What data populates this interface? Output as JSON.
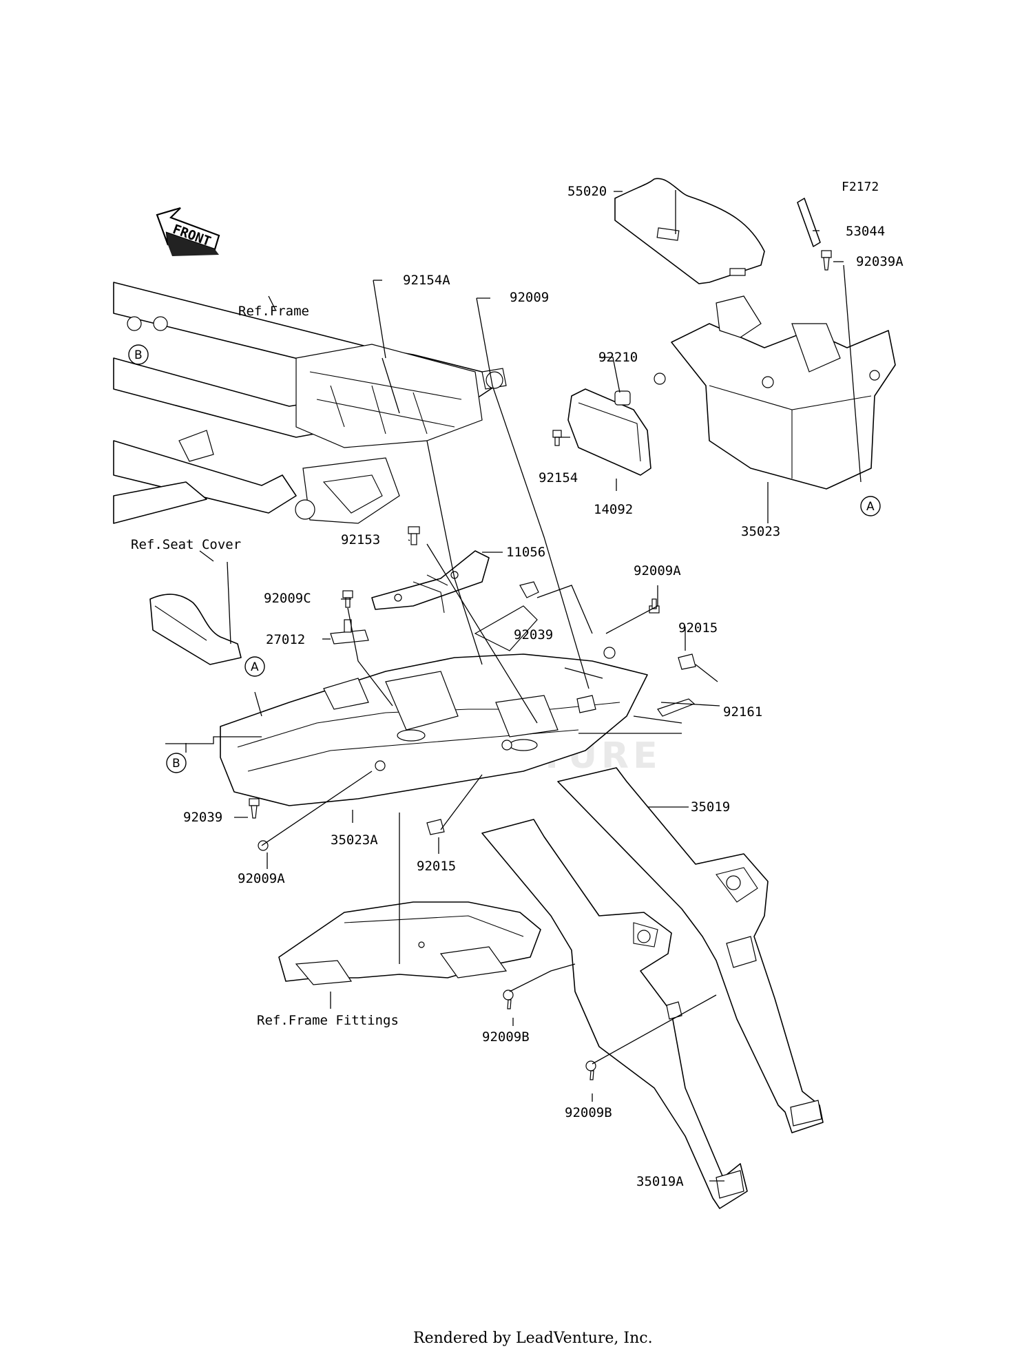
{
  "figure_id": "F2172",
  "footer": "Rendered by LeadVenture, Inc.",
  "watermark": "LEADVENTURE",
  "direction_arrow": "FRONT",
  "parts": {
    "p55020": "55020",
    "p53044": "53044",
    "p92039A": "92039A",
    "p92154A": "92154A",
    "p92009_top": "92009",
    "p92210": "92210",
    "p92154": "92154",
    "p14092": "14092",
    "p35023": "35023",
    "p92153": "92153",
    "p11056": "11056",
    "p92009A_right": "92009A",
    "p92009C": "92009C",
    "p92039_mid": "92039",
    "p92015_right": "92015",
    "p27012": "27012",
    "p92161": "92161",
    "p92039_left": "92039",
    "p35023A": "35023A",
    "p35019": "35019",
    "p92009A_left": "92009A",
    "p92015_mid": "92015",
    "p92009B_upper": "92009B",
    "p92009B_lower": "92009B",
    "p35019A": "35019A"
  },
  "references": {
    "frame": "Ref.Frame",
    "seat_cover": "Ref.Seat Cover",
    "frame_fittings": "Ref.Frame Fittings"
  },
  "markers": {
    "a_right": "A",
    "a_left": "A",
    "b_top": "B",
    "b_bottom": "B"
  }
}
